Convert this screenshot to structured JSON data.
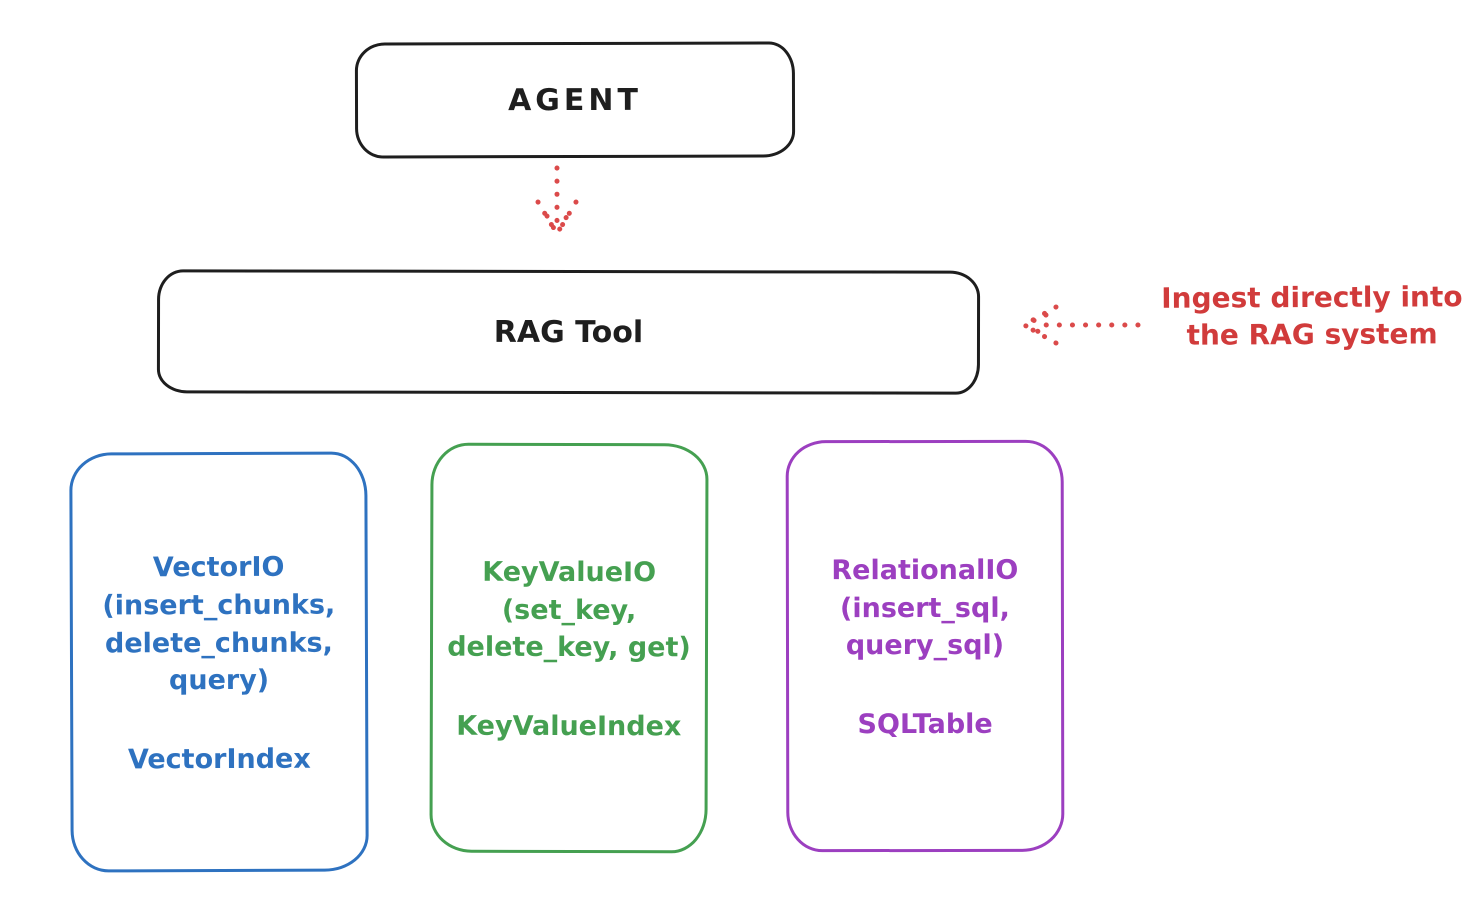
{
  "palette": {
    "ink": "#1e1e1e",
    "red": "#d13b3b",
    "blue": "#2e72c0",
    "green": "#45a051",
    "purple": "#9c3fc0",
    "background": "#ffffff"
  },
  "agent_box": {
    "label": "AGENT"
  },
  "rag_tool_box": {
    "label": "RAG Tool"
  },
  "ingest_annotation": {
    "text": "Ingest directly into\nthe RAG system"
  },
  "arrows": {
    "agent_to_rag": "dotted-red-arrow-down",
    "annotation_to_rag": "dotted-red-arrow-left"
  },
  "backend_boxes": {
    "vector": {
      "title": "VectorIO\n(insert_chunks,\ndelete_chunks,\nquery)",
      "index": "VectorIndex",
      "color": "#2e72c0"
    },
    "keyvalue": {
      "title": "KeyValueIO\n(set_key,\ndelete_key, get)",
      "index": "KeyValueIndex",
      "color": "#45a051"
    },
    "relational": {
      "title": "RelationalIO\n(insert_sql,\nquery_sql)",
      "index": "SQLTable",
      "color": "#9c3fc0"
    }
  }
}
